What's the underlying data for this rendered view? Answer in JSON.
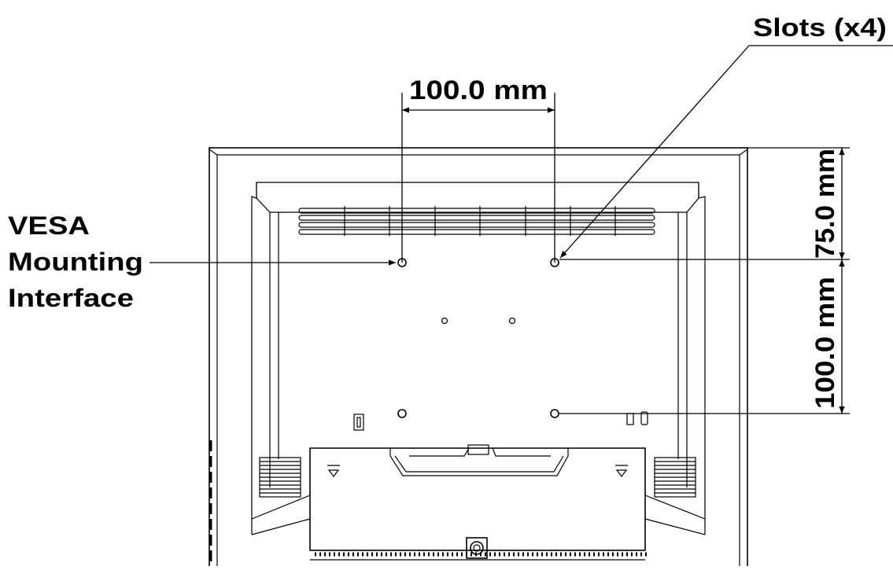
{
  "labels": {
    "slots": "Slots (x4)",
    "horizontal_dim": "100.0 mm",
    "vertical_dim_top": "75.0 mm",
    "vertical_dim_bottom": "100.0 mm",
    "vesa_line1": "VESA",
    "vesa_line2": "Mounting",
    "vesa_line3": "Interface"
  },
  "icons": {
    "arrow": "arrow-icon",
    "hole": "mounting-hole-icon",
    "lock": "kensington-lock-icon"
  }
}
